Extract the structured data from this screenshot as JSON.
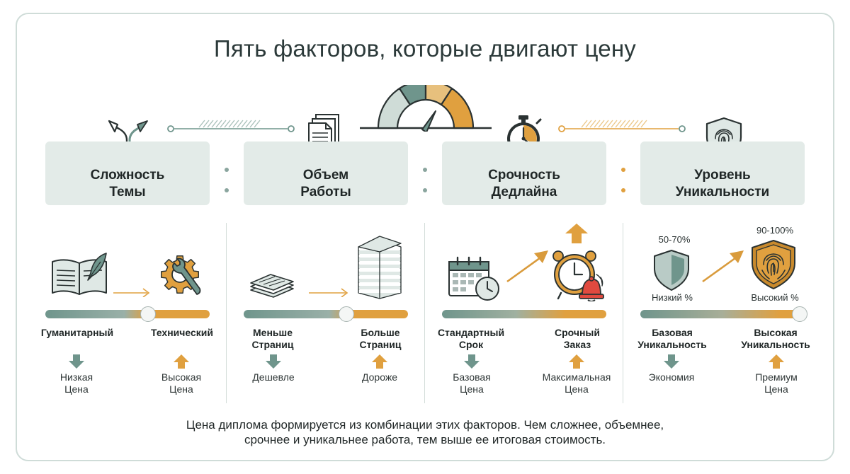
{
  "title": "Пять факторов, которые двигают цену",
  "colors": {
    "teal": "#6f958c",
    "orange": "#e0a03f",
    "panel": "#e3ebe8",
    "red": "#e04a3f"
  },
  "factors": [
    {
      "title_line1": "Сложность",
      "title_line2": "Темы",
      "left_label_line1": "Гуманитарный",
      "left_label_line2": "",
      "right_label_line1": "Технический",
      "right_label_line2": "",
      "left_price_line1": "Низкая",
      "left_price_line2": "Цена",
      "right_price_line1": "Высокая",
      "right_price_line2": "Цена"
    },
    {
      "title_line1": "Объем",
      "title_line2": "Работы",
      "left_label_line1": "Меньше",
      "left_label_line2": "Страниц",
      "right_label_line1": "Больше",
      "right_label_line2": "Страниц",
      "left_price_line1": "Дешевле",
      "left_price_line2": "",
      "right_price_line1": "Дороже",
      "right_price_line2": ""
    },
    {
      "title_line1": "Срочность",
      "title_line2": "Дедлайна",
      "left_label_line1": "Стандартный",
      "left_label_line2": "Срок",
      "right_label_line1": "Срочный",
      "right_label_line2": "Заказ",
      "left_price_line1": "Базовая",
      "left_price_line2": "Цена",
      "right_price_line1": "Максимальная",
      "right_price_line2": "Цена"
    },
    {
      "title_line1": "Уровень",
      "title_line2": "Уникальности",
      "left_label_line1": "Базовая",
      "left_label_line2": "Уникальность",
      "right_label_line1": "Высокая",
      "right_label_line2": "Уникальность",
      "left_price_line1": "Экономия",
      "left_price_line2": "",
      "right_price_line1": "Премиум",
      "right_price_line2": "Цена",
      "low_range": "50-70%",
      "high_range": "90-100%",
      "low_caption": "Низкий %",
      "high_caption": "Высокий %"
    }
  ],
  "footer_line1": "Цена диплома формируется из комбинации этих факторов. Чем сложнее, объемнее,",
  "footer_line2": "срочнее и уникальнее работа, тем выше ее итоговая стоимость."
}
